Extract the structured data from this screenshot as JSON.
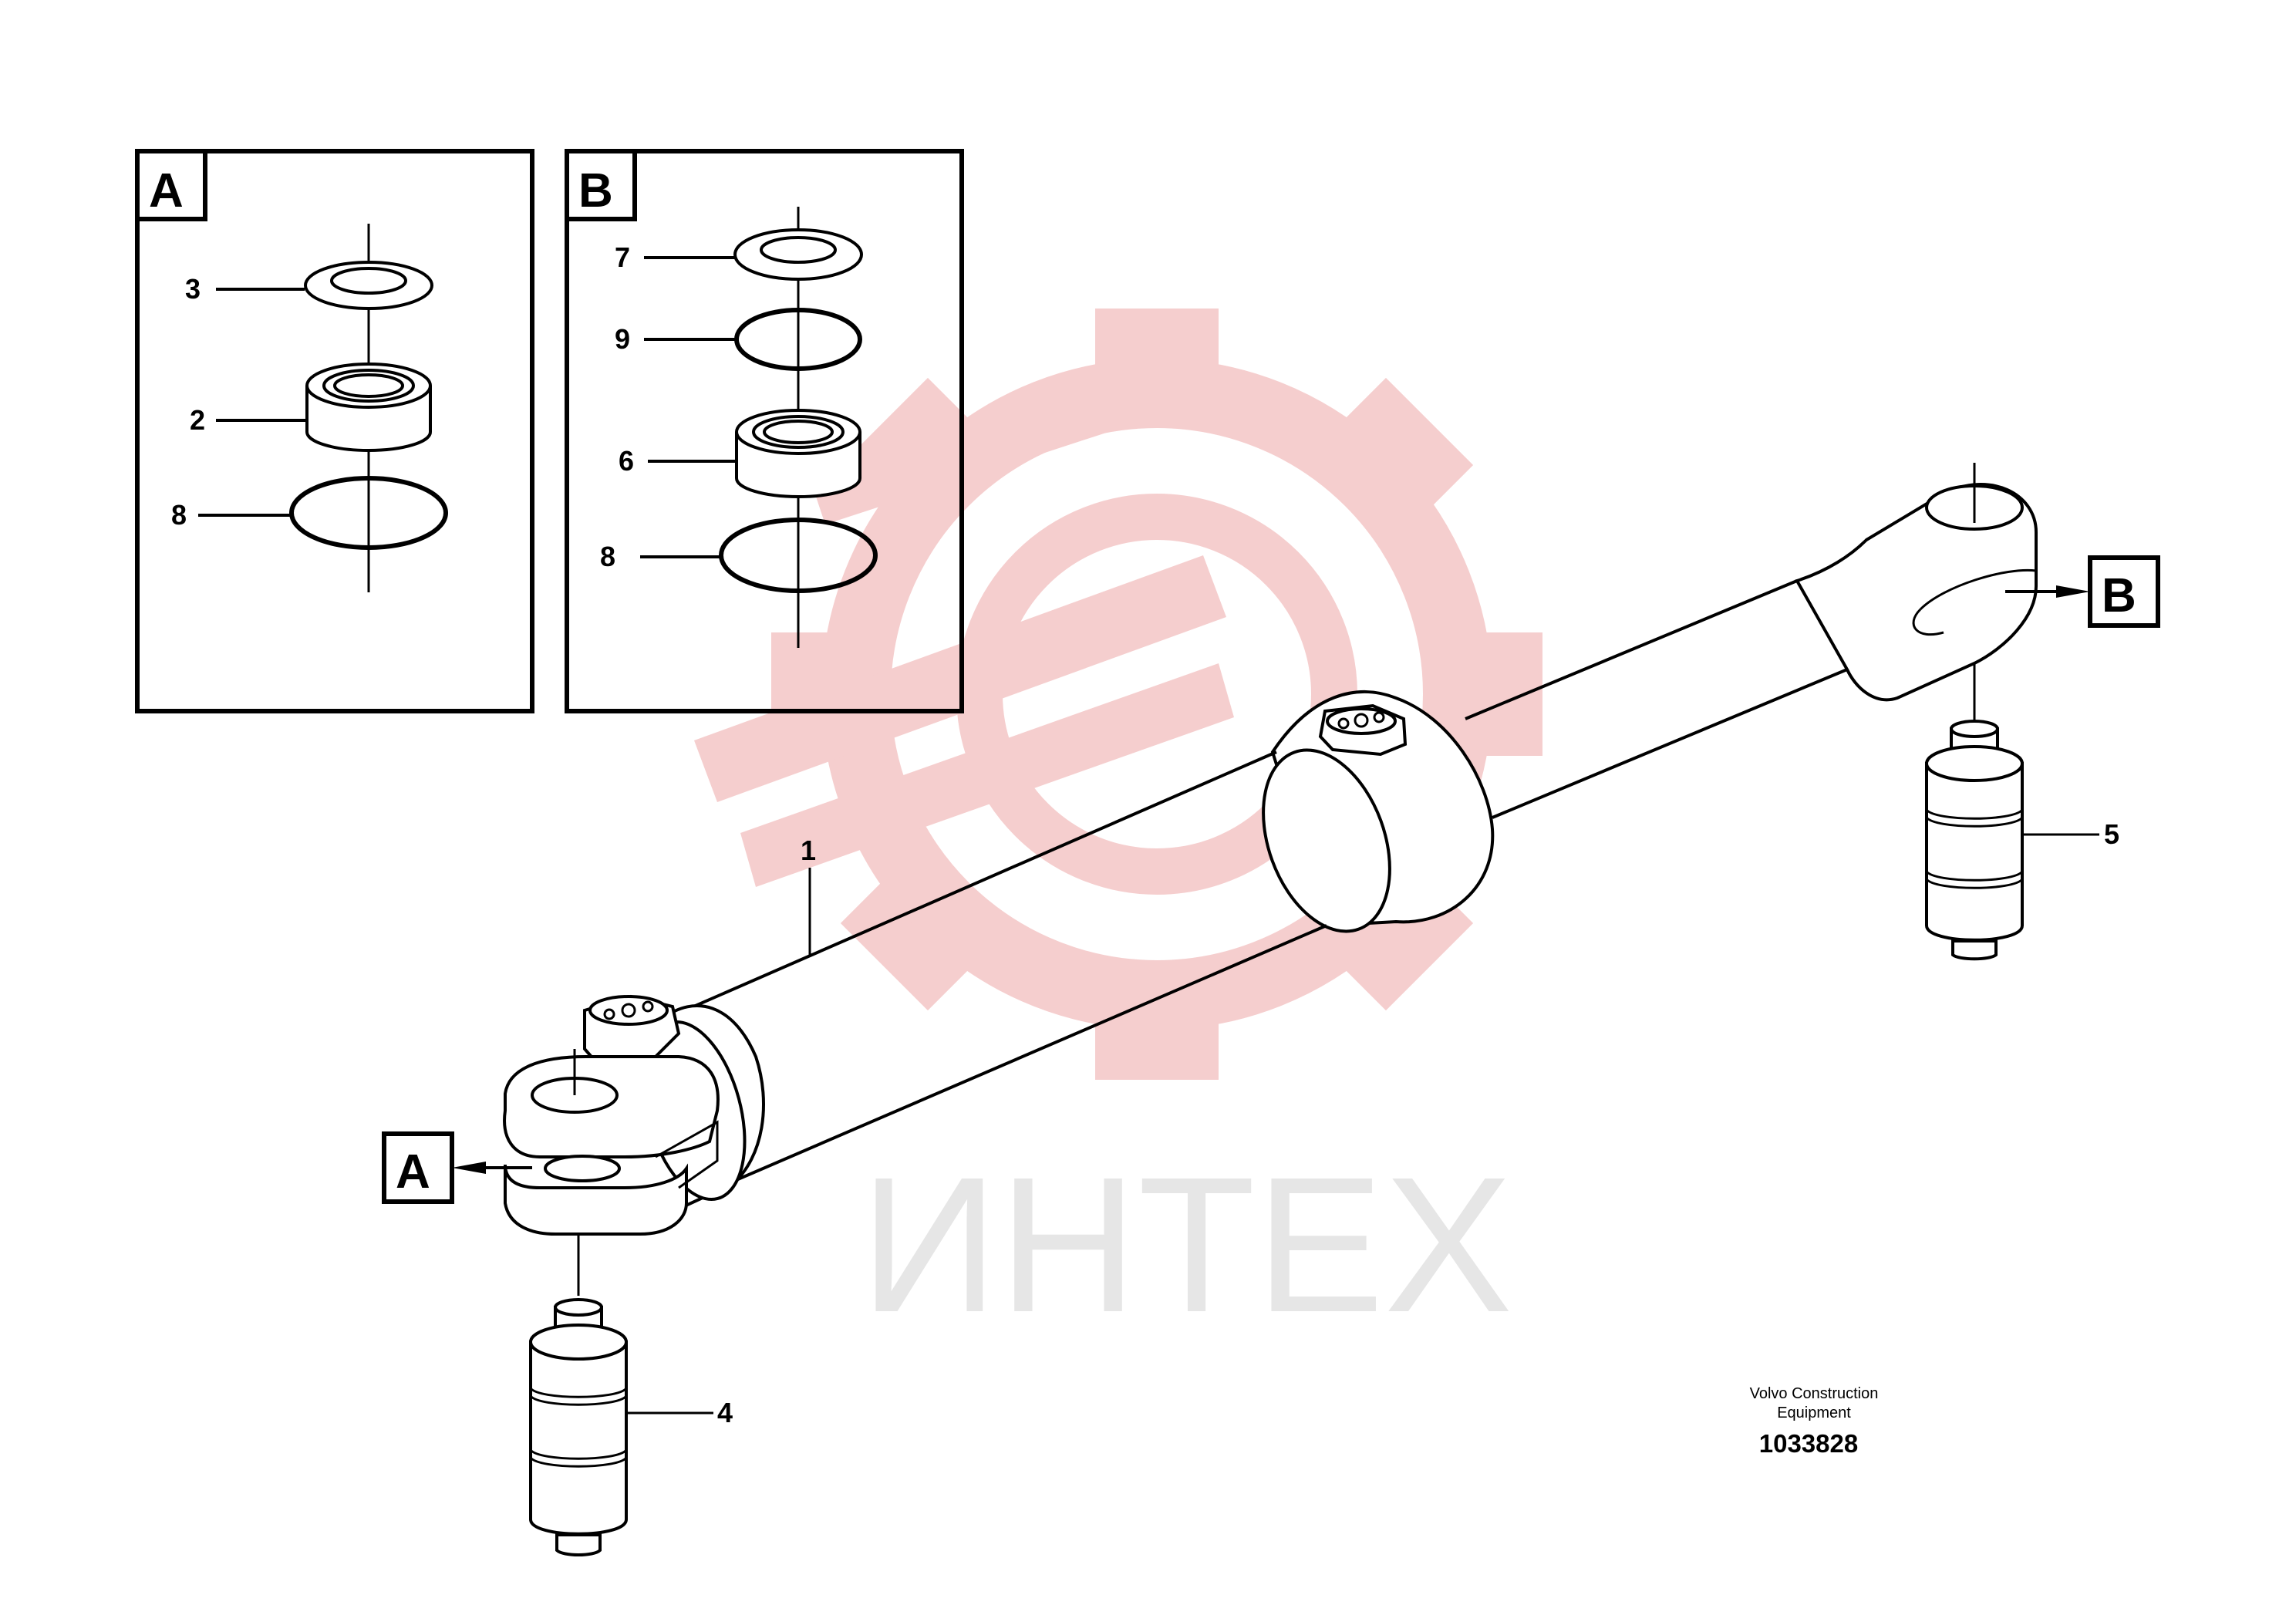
{
  "detail_boxes": [
    {
      "id": "A",
      "label": "A",
      "callouts": [
        "3",
        "2",
        "8"
      ]
    },
    {
      "id": "B",
      "label": "B",
      "callouts": [
        "7",
        "9",
        "6",
        "8"
      ]
    }
  ],
  "assembly": {
    "callouts": [
      "1",
      "4",
      "5"
    ],
    "ref_A": "A",
    "ref_B": "B"
  },
  "watermark": {
    "text": "ИНТЕХ",
    "color": "#f4c6c6"
  },
  "footer": {
    "company_line1": "Volvo Construction",
    "company_line2": "Equipment",
    "code": "1033828"
  }
}
